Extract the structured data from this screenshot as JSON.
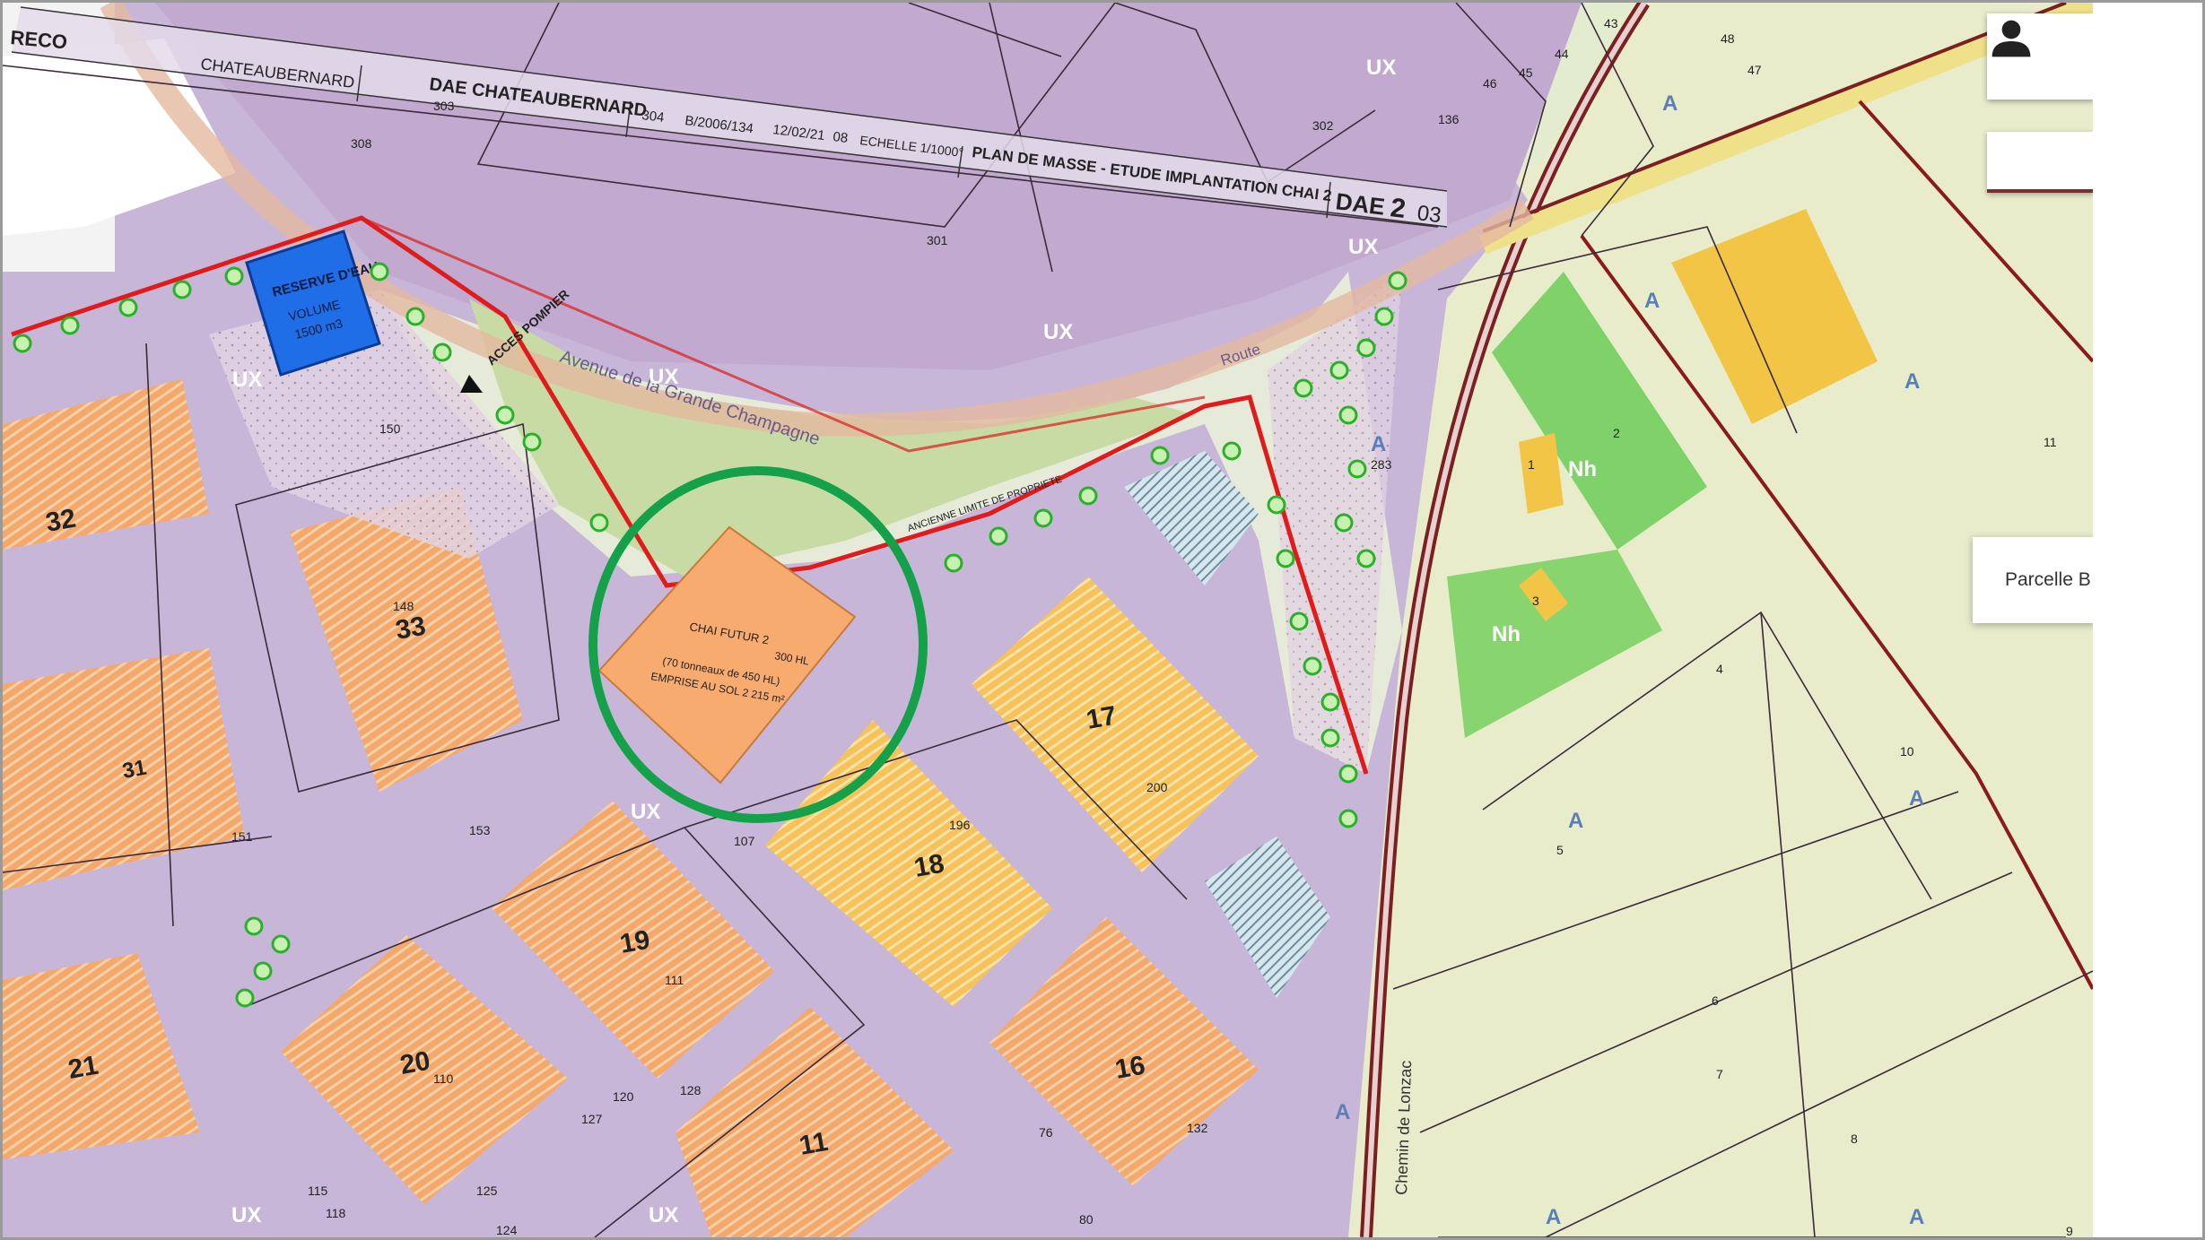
{
  "header": {
    "corner_label": "RECO",
    "locality": "CHATEAUBERNARD",
    "project_title": "DAE CHATEAUBERNARD",
    "ref_number": "304",
    "ref_code": "B/2006/134",
    "date": "12/02/21",
    "sheet_no": "08",
    "scale": "ECHELLE 1/1000°",
    "plan_title": "PLAN DE MASSE - ETUDE IMPLANTATION CHAI 2",
    "doc_code": "DAE",
    "doc_number": "2",
    "doc_index": "03"
  },
  "roads": {
    "avenue": "Avenue de la Grande Champagne",
    "route": "Route",
    "chemin": "Chemin de Lonzac",
    "acces": "ACCES POMPIER",
    "limite": "ANCIENNE LIMITE DE PROPRIETE"
  },
  "reserve": {
    "title": "RESERVE D'EAU",
    "volume_label": "VOLUME",
    "volume": "1500 m3"
  },
  "chai": {
    "title": "CHAI FUTUR 2",
    "capacity": "300 HL",
    "detail": "(70 tonneaux de 450 HL)",
    "footprint": "EMPRISE AU SOL 2 215 m²"
  },
  "zones": {
    "ux": "UX",
    "a": "A",
    "nh": "Nh"
  },
  "lots": [
    "32",
    "33",
    "31",
    "21",
    "20",
    "19",
    "18",
    "17",
    "16",
    "11"
  ],
  "parcel_numbers": [
    "301",
    "302",
    "303",
    "308",
    "150",
    "148",
    "153",
    "151",
    "107",
    "120",
    "128",
    "127",
    "125",
    "124",
    "118",
    "115",
    "132",
    "110",
    "111",
    "76",
    "80",
    "283",
    "136",
    "46",
    "44",
    "45",
    "43",
    "48",
    "47",
    "1",
    "2",
    "3",
    "4",
    "5",
    "6",
    "7",
    "8",
    "9",
    "10",
    "11",
    "196",
    "200"
  ],
  "popup": {
    "parcel_label": "Parcelle B"
  },
  "ui": {
    "user_icon": "user-icon"
  },
  "colors": {
    "ux_zone": "#c7b6d8",
    "a_zone": "#e8eccb",
    "nh_zone": "#7fd26a",
    "building": "#f3c546",
    "highlight_circle": "#14a14a",
    "chai": "#f8ab6f",
    "reserve": "#1f6ee8",
    "boundary": "#e01b1b"
  }
}
